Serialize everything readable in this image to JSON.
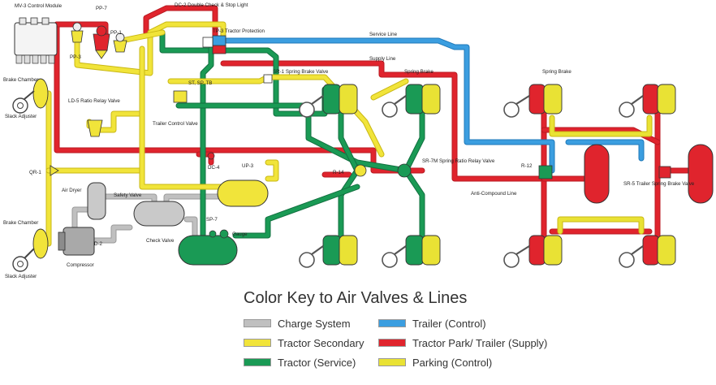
{
  "colors": {
    "charge": "#c0c0c0",
    "secondary": "#f1e43a",
    "service": "#1a9a55",
    "trailer_control": "#3b9ee0",
    "park_supply": "#e0242d",
    "parking": "#e9e234",
    "wheel": "#555555"
  },
  "labels": {
    "mv3": "MV-3 Control Module",
    "pp7": "PP-7",
    "dc2": "DC-2 Double Check & Stop Light",
    "tp3": "TP-3 Tractor Protection",
    "pp1": "PP-1",
    "pp3": "PP-3",
    "service_line": "Service Line",
    "supply_line": "Supply Line",
    "brake_chamber_1": "Brake Chamber",
    "slack_adjuster_1": "Slack Adjuster",
    "ld5": "LD-5 Ratio Relay Valve",
    "sr1": "SR-1 Spring Brake Valve",
    "spring_brake_1": "Spring Brake",
    "spring_brake_2": "Spring Brake",
    "st": "ST, SP, TB",
    "trailer_control_valve": "Trailer Control Valve",
    "qr1": "QR-1",
    "dc4": "DC-4",
    "up3": "UP-3",
    "r14": "R-14",
    "sr7": "SR-7M Spring Ratio Relay Valve",
    "r12": "R-12",
    "sr5": "SR-5 Trailer Spring Brake Valve",
    "anti_compound": "Anti-Compound Line",
    "air_dryer": "Air Dryer",
    "safety_valve": "Safety Valve",
    "brake_chamber_2": "Brake Chamber",
    "d2": "D-2",
    "compressor": "Compressor",
    "check_valve": "Check Valve",
    "sp7": "SP-7",
    "gauge": "Gauge",
    "slack_adjuster_2": "Slack Adjuster"
  },
  "legend": {
    "title": "Color Key to Air Valves & Lines",
    "items": [
      {
        "label": "Charge System",
        "color": "#c0c0c0"
      },
      {
        "label": "Tractor Secondary",
        "color": "#f1e43a"
      },
      {
        "label": "Tractor (Service)",
        "color": "#1a9a55"
      },
      {
        "label": "Trailer (Control)",
        "color": "#3b9ee0"
      },
      {
        "label": "Tractor Park/ Trailer (Supply)",
        "color": "#e0242d"
      },
      {
        "label": "Parking (Control)",
        "color": "#e9e234"
      }
    ]
  }
}
